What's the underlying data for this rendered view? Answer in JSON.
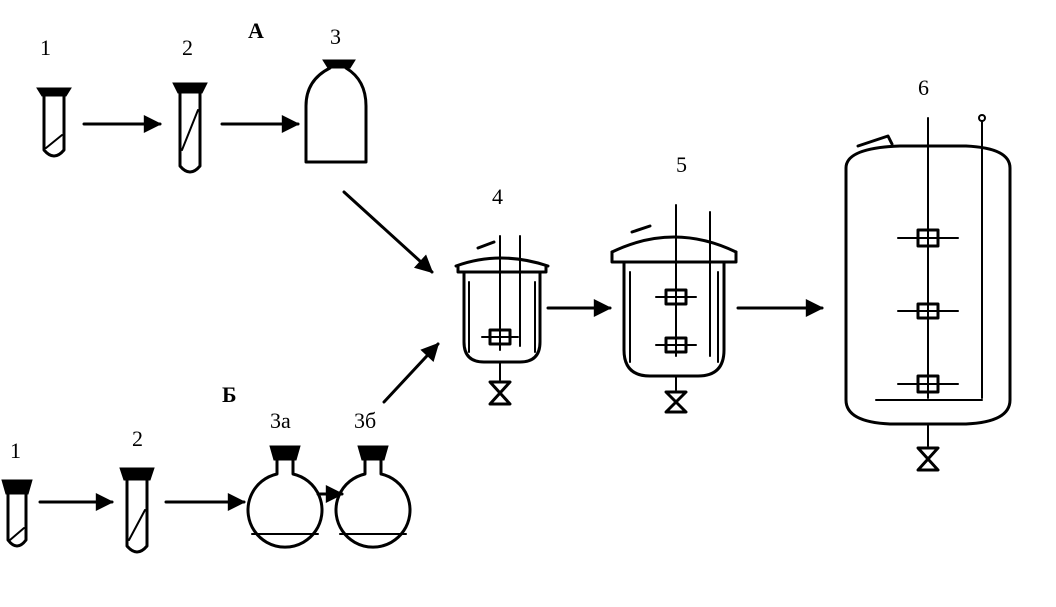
{
  "labels": {
    "section_a": "А",
    "section_b": "Б",
    "a_tube_1": "1",
    "a_tube_2": "2",
    "a_bottle_3": "3",
    "b_tube_1": "1",
    "b_tube_2": "2",
    "b_flask_3a": "3а",
    "b_flask_3b": "3б",
    "vessel_4": "4",
    "vessel_5": "5",
    "vessel_6": "6"
  }
}
